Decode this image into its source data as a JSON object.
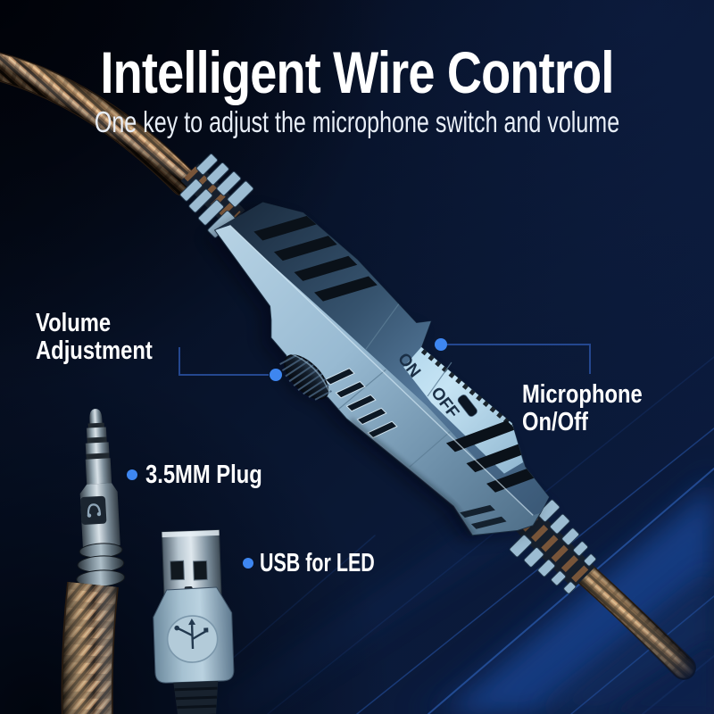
{
  "poster": {
    "title": "Intelligent Wire Control",
    "subtitle": "One key to adjust the microphone switch and volume"
  },
  "callouts": {
    "volume": {
      "line1": "Volume",
      "line2": "Adjustment"
    },
    "microphone": {
      "line1": "Microphone",
      "line2": "On/Off"
    },
    "plug_35mm": {
      "label": "3.5MM Plug"
    },
    "usb_led": {
      "label": "USB for LED"
    }
  },
  "device": {
    "switch_on": "ON",
    "switch_off": "OFF"
  },
  "colors": {
    "background_top": "#04081a",
    "background_bottom": "#0e2857",
    "accent_streak_blue": "#2d63c4",
    "callout_dot": "#3e86f0",
    "callout_line": "#24478f",
    "device_body_light": "#aac8dc",
    "device_body_dark": "#3c5870",
    "device_chamfer": "#b9dcf0",
    "cable_copper": "#b9855a",
    "text": "#ffffff"
  }
}
